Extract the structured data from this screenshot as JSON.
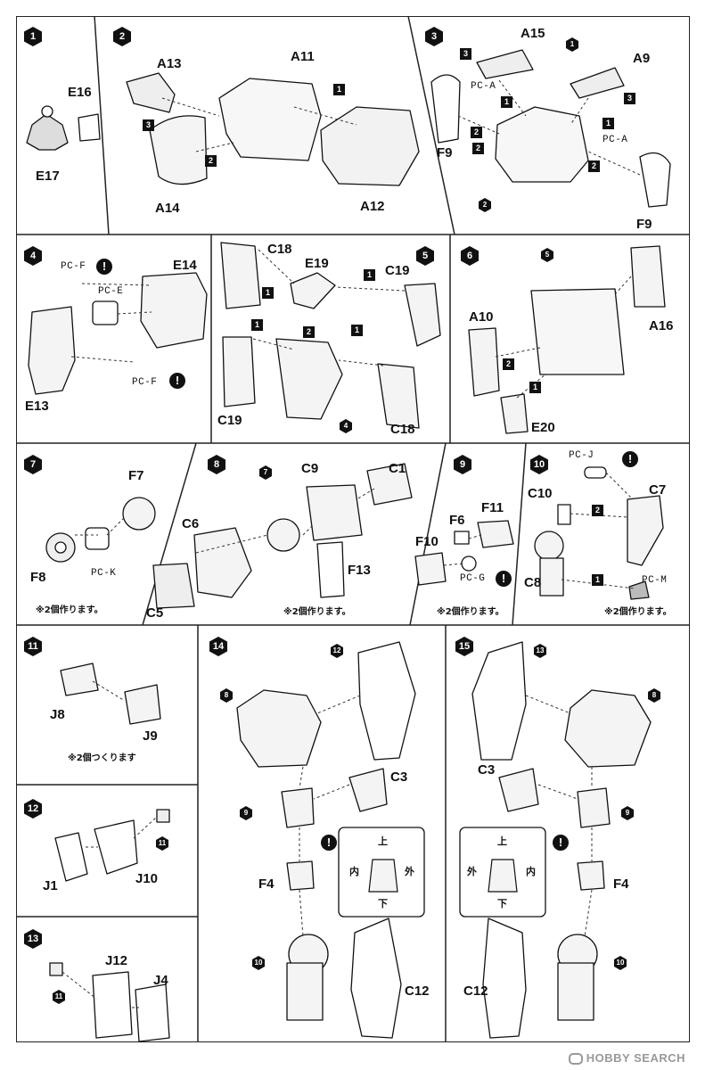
{
  "steps": [
    "1",
    "2",
    "3",
    "4",
    "5",
    "6",
    "7",
    "8",
    "9",
    "10",
    "11",
    "12",
    "13",
    "14",
    "15"
  ],
  "parts": {
    "s1": [
      "E16",
      "E17"
    ],
    "s2": [
      "A13",
      "A11",
      "A14",
      "A12"
    ],
    "s3": [
      "A15",
      "A9",
      "F9",
      "F9"
    ],
    "s4": [
      "E14",
      "E13"
    ],
    "s5": [
      "C18",
      "E19",
      "C19",
      "C19",
      "C18"
    ],
    "s6": [
      "A10",
      "A16",
      "E20"
    ],
    "s7": [
      "F7",
      "F8"
    ],
    "s8": [
      "C9",
      "C1",
      "C6",
      "C5",
      "F13"
    ],
    "s9": [
      "F11",
      "F6",
      "F10"
    ],
    "s10": [
      "C7",
      "C10",
      "C8"
    ],
    "s11": [
      "J8",
      "J9"
    ],
    "s12": [
      "J1",
      "J10"
    ],
    "s13": [
      "J12",
      "J4"
    ],
    "s14": [
      "C3",
      "F4",
      "C12"
    ],
    "s15": [
      "C3",
      "F4",
      "C12"
    ]
  },
  "polycaps": {
    "s3": [
      "PC-A",
      "PC-A"
    ],
    "s4": [
      "PC-F",
      "PC-E",
      "PC-F"
    ],
    "s7": [
      "PC-K"
    ],
    "s9": [
      "PC-G"
    ],
    "s10": [
      "PC-J",
      "PC-M"
    ]
  },
  "notes": {
    "s7": "※2個作ります。",
    "s8": "※2個作ります。",
    "s9": "※2個作ります。",
    "s10": "※2個作ります。",
    "s11": "※2個つくります"
  },
  "orientation": {
    "s14": {
      "top": "上",
      "left": "内",
      "right": "外",
      "bottom": "下"
    },
    "s15": {
      "top": "上",
      "left": "外",
      "right": "内",
      "bottom": "下"
    }
  },
  "warning_symbol": "!",
  "watermark": "HOBBY SEARCH",
  "colors": {
    "ink": "#111111",
    "paper": "#ffffff",
    "tone": "#cfcfcf"
  }
}
